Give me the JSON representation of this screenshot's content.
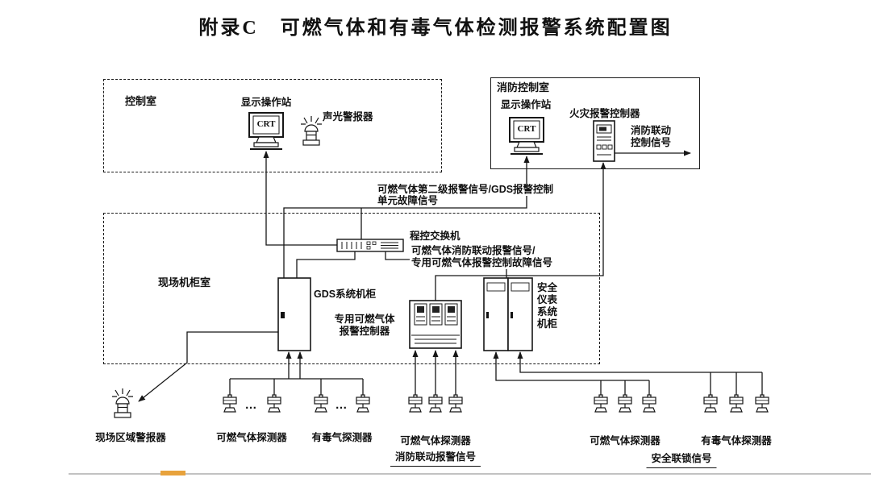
{
  "title": "附录C　可燃气体和有毒气体检测报警系统配置图",
  "accent_color": "#E8A23C",
  "control_room": {
    "name": "控制室",
    "display_station": "显示操作站",
    "crt": "CRT",
    "audible_visual_alarm": "声光警报器"
  },
  "fire_control_room": {
    "name": "消防控制室",
    "display_station": "显示操作站",
    "crt": "CRT",
    "fire_alarm_controller": "火灾报警控制器",
    "linkage_out_line1": "消防联动",
    "linkage_out_line2": "控制信号"
  },
  "signals": {
    "second_level_line1": "可燃气体第二级报警信号/GDS报警控制",
    "second_level_line2": "单元故障信号",
    "pbx_switch": "程控交换机",
    "fire_linkage_line1": "可燃气体消防联动报警信号/",
    "fire_linkage_line2": "专用可燃气体报警控制故障信号",
    "fire_linkage_alarm": "消防联动报警信号",
    "safety_interlock": "安全联锁信号"
  },
  "field_cabinet_room": {
    "name": "现场机柜室",
    "gds_cabinet": "GDS系统机柜",
    "dedicated_controller_line1": "专用可燃气体",
    "dedicated_controller_line2": "报警控制器",
    "sis_line1": "安全",
    "sis_line2": "仪表",
    "sis_line3": "系统",
    "sis_line4": "机柜"
  },
  "field_devices": {
    "area_alarm": "现场区域警报器",
    "combustible_detectors_left": "可燃气体探测器",
    "toxic_detectors_left": "有毒气探测器",
    "combustible_detectors_mid": "可燃气体探测器",
    "combustible_detectors_right": "可燃气体探测器",
    "toxic_detectors_right": "有毒气体探测器",
    "ellipsis": "…"
  }
}
